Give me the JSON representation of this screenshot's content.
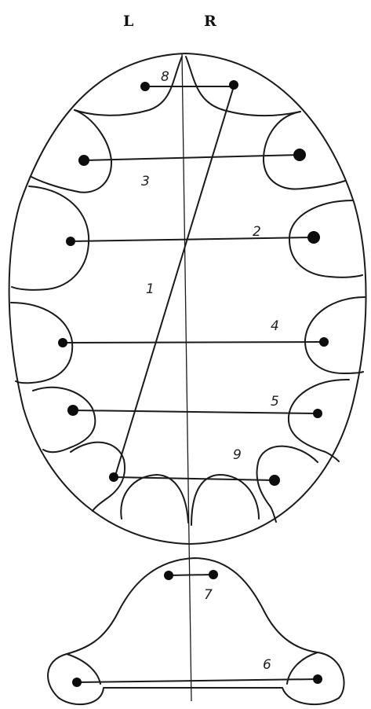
{
  "header": {
    "left_label": "L",
    "right_label": "R"
  },
  "markers": {
    "m1": "1",
    "m2": "2",
    "m3": "3",
    "m4": "4",
    "m5": "5",
    "m6": "6",
    "m7": "7",
    "m8": "8",
    "m9": "9"
  }
}
